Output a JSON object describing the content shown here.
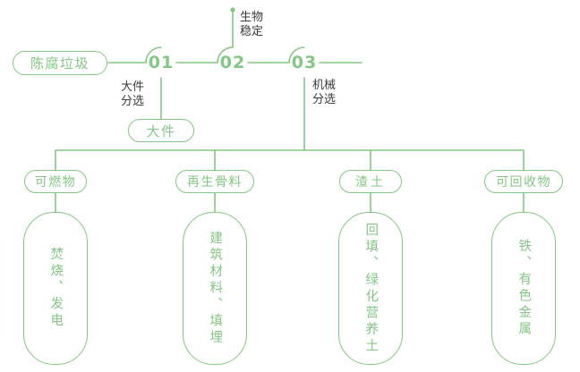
{
  "colors": {
    "accent_green": "#84c784",
    "label_text": "#3b3b3b",
    "background": "#ffffff"
  },
  "flow": {
    "source_label": "陈腐垃圾",
    "steps": [
      {
        "number": "01",
        "side_label": "大件\n分选",
        "output_label": "大件"
      },
      {
        "number": "02",
        "side_label": "生物\n稳定"
      },
      {
        "number": "03",
        "side_label": "机械\n分选"
      }
    ]
  },
  "branches": [
    {
      "label": "可燃物",
      "result": "焚烧、发电"
    },
    {
      "label": "再生骨料",
      "result": "建筑材料、填埋"
    },
    {
      "label": "渣土",
      "result": "回填、绿化营养土"
    },
    {
      "label": "可回收物",
      "result": "铁、有色金属"
    }
  ]
}
